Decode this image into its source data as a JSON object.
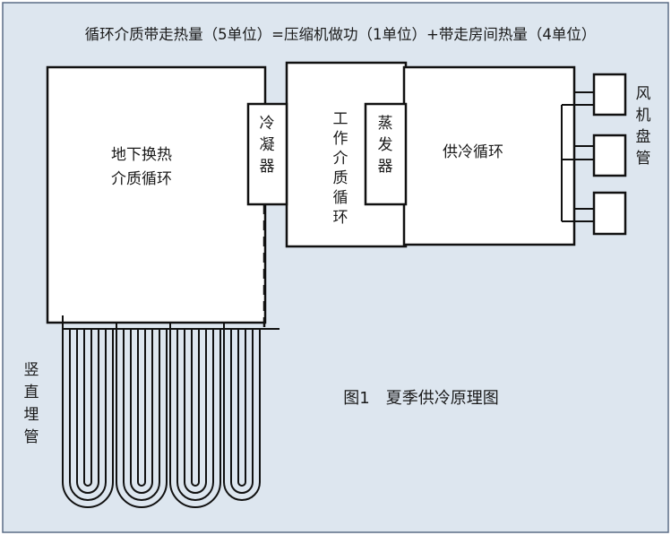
{
  "header": {
    "equation": "循环介质带走热量（5单位）=压缩机做功（1单位）+带走房间热量（4单位）"
  },
  "blocks": {
    "ground_loop": [
      "地下换热",
      "介质循环"
    ],
    "condenser": [
      "冷",
      "凝",
      "器"
    ],
    "working_loop": [
      "工",
      "作",
      "介",
      "质",
      "循",
      "环"
    ],
    "evaporator": [
      "蒸",
      "发",
      "器"
    ],
    "cooling_loop": "供冷循环",
    "fan_coil": [
      "风",
      "机",
      "盘",
      "管"
    ],
    "vertical_pipe": [
      "竖",
      "直",
      "埋",
      "管"
    ]
  },
  "caption": "图1　夏季供冷原理图",
  "colors": {
    "background": "#dde6ef",
    "frame": "#5b6d86",
    "line": "#111111",
    "box_fill": "#ffffff"
  }
}
